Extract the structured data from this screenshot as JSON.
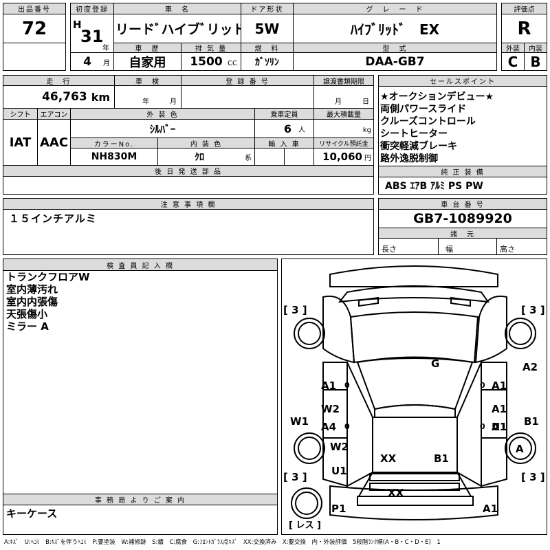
{
  "header": {
    "lot_label": "出品番号",
    "lot_no": "72",
    "first_reg_label": "初度登録",
    "era": "H",
    "reg_year": "31",
    "year_unit": "年",
    "reg_month": "4",
    "month_unit": "月",
    "car_name_label": "車　名",
    "car_name": "フリードﾞハイブﾞリッドﾞ",
    "history_label": "車　歴",
    "history": "自家用",
    "displacement_label": "排 気 量",
    "displacement": "1500",
    "cc": "CC",
    "door_label": "ドア形状",
    "door": "5W",
    "fuel_label": "燃　料",
    "fuel": "ｶﾞｿﾘﾝ",
    "grade_label": "グ　レ　ー　ド",
    "grade": "ﾊｲﾌﾞﾘｯﾄﾞ　EX",
    "model_label": "型　式",
    "model": "DAA-GB7",
    "score_label": "評価点",
    "score": "R",
    "ext_label": "外装",
    "ext": "C",
    "int_label": "内装",
    "int": "B"
  },
  "row2": {
    "mileage_label": "走　行",
    "mileage": "46,763",
    "km": "km",
    "inspection_label": "車　検",
    "year_unit": "年",
    "month_unit": "月",
    "reg_no_label": "登 録 番 号",
    "transfer_label": "譲渡書類期限",
    "t_month": "月",
    "t_day": "日"
  },
  "row3": {
    "shift_label": "シフト",
    "shift": "IAT",
    "ac_label": "エアコン",
    "ac": "AAC",
    "ext_color_label": "外 装 色",
    "ext_color": "ｼﾙﾊﾞｰ",
    "seats_label": "乗車定員",
    "seats": "6",
    "seats_unit": "人",
    "load_label": "最大積載量",
    "load_unit": "kg",
    "color_no_label": "カラーNo.",
    "color_no": "NH830M",
    "int_color_label": "内 装 色",
    "int_color": "ｸﾛ",
    "int_color_unit": "系",
    "import_label": "輸 入 車",
    "recycle_label": "リサイクル預託金",
    "recycle": "10,060",
    "recycle_unit": "円"
  },
  "sales_points": {
    "label": "セールスポイント",
    "items": [
      "★オークションデビュー★",
      "両側パワースライド",
      "クルーズコントロール",
      "シートヒーター",
      "衝突軽減ブレーキ",
      "路外逸脱制御"
    ]
  },
  "later_parts_label": "後 日 発 送 部 品",
  "equipment": {
    "label": "純 正 装 備",
    "value": "ABS ｴｱB ｱﾙﾐ PS PW"
  },
  "notes": {
    "label": "注 意 事 項 欄",
    "value": "１５インチアルミ"
  },
  "chassis": {
    "label": "車 台 番 号",
    "value": "GB7-1089920"
  },
  "specs": {
    "label": "諸　元",
    "length": "長さ",
    "width": "幅",
    "height": "高さ"
  },
  "inspector": {
    "label": "検 査 員 記 入 欄",
    "items": [
      "トランクフロアW",
      "室内薄汚れ",
      "室内内張傷",
      "天張傷小",
      "ミラー A"
    ]
  },
  "office": {
    "label": "事 務 局 よ り ご 案 内",
    "value": "キーケース"
  },
  "diagram": {
    "corner_marks": [
      "[ 3 ]",
      "[ 3 ]",
      "[ 3 ]",
      "[ 3 ]"
    ],
    "labels": [
      "G",
      "A2",
      "A1",
      "A1",
      "A1",
      "W2",
      "A4",
      "W1",
      "A1",
      "U1",
      "B1",
      "W2",
      "U1",
      "XX",
      "B1",
      "A",
      "XX",
      "P1",
      "A1"
    ],
    "marks": [
      "0",
      "0",
      "0",
      "0"
    ],
    "spare_tire": "[ レス ]"
  },
  "legend": "A:ｷｽﾞ　U:ﾍｺﾐ　B:ｷｽﾞを伴うﾍｺﾐ　P:要塗装　W:補修跡　S:錆　C:腐食　G:ﾌﾛﾝﾄｶﾞﾗｽ点ｷｽﾞ　XX:交換済み　X:要交換　内・外装評価　5段階ﾗﾝｸ順(A・B・C・D・E)　1"
}
